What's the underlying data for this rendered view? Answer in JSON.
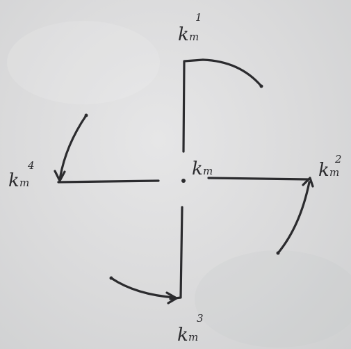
{
  "diagram": {
    "center_label": "k",
    "center_label_sub": "m",
    "branches": [
      {
        "name": "top",
        "label": "k",
        "sub": "m",
        "sup": "1"
      },
      {
        "name": "right",
        "label": "k",
        "sub": "m",
        "sup": "2"
      },
      {
        "name": "bottom",
        "label": "k",
        "sub": "m",
        "sup": "3"
      },
      {
        "name": "left",
        "label": "k",
        "sub": "m",
        "sup": "4"
      }
    ]
  },
  "colors": {
    "board": "#dcdcdd",
    "ink": "#2b2b2e"
  }
}
